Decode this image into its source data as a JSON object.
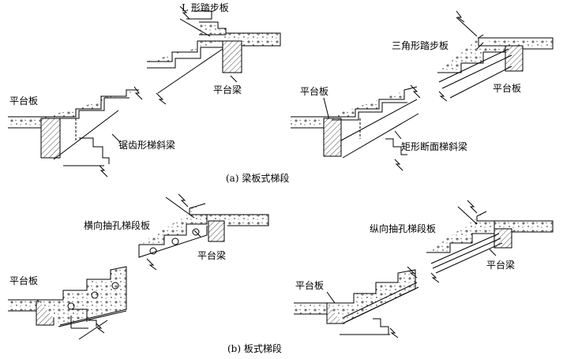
{
  "captions": {
    "a": "(a) 梁板式梯段",
    "b": "(b) 板式梯段"
  },
  "labels": {
    "l_tread": "L 形踏步板",
    "platform_beam_1": "平台梁",
    "platform_slab_1": "平台板",
    "sawtooth_beam": "锯齿形梯斜梁",
    "triangle_tread": "三角形踏步板",
    "platform_slab_2": "平台板",
    "platform_slab_3": "平台板",
    "rect_beam": "矩形断面梯斜梁",
    "horiz_hole_slab": "横向抽孔梯段板",
    "platform_beam_2": "平台梁",
    "platform_slab_4": "平台板",
    "vert_hole_slab": "纵向抽孔梯段板",
    "platform_beam_3": "平台梁",
    "platform_slab_5": "平台板"
  }
}
